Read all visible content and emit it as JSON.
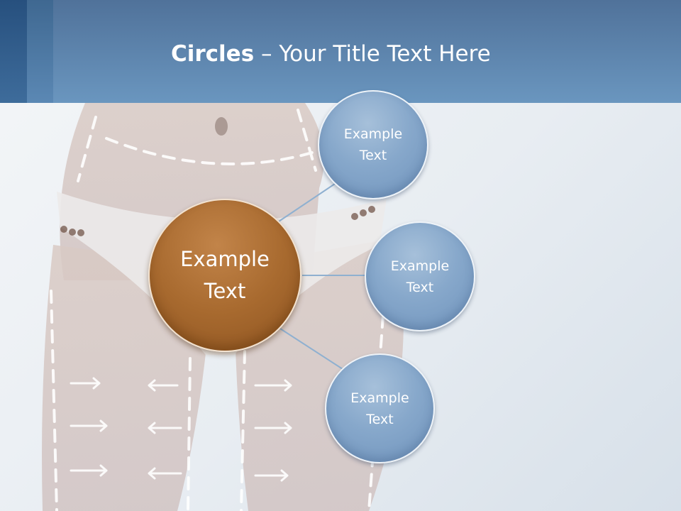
{
  "title": {
    "bold": "Circles",
    "rest": " – Your Title Text Here"
  },
  "center_circle": {
    "line1": "Example",
    "line2": "Text"
  },
  "satellites": [
    {
      "line1": "Example",
      "line2": "Text"
    },
    {
      "line1": "Example",
      "line2": "Text"
    },
    {
      "line1": "Example",
      "line2": "Text"
    }
  ],
  "colors": {
    "header": "#6a96bf",
    "center_circle": "#a86a2f",
    "satellite_circle": "#87a8cb",
    "connector": "#8fb0d0"
  }
}
